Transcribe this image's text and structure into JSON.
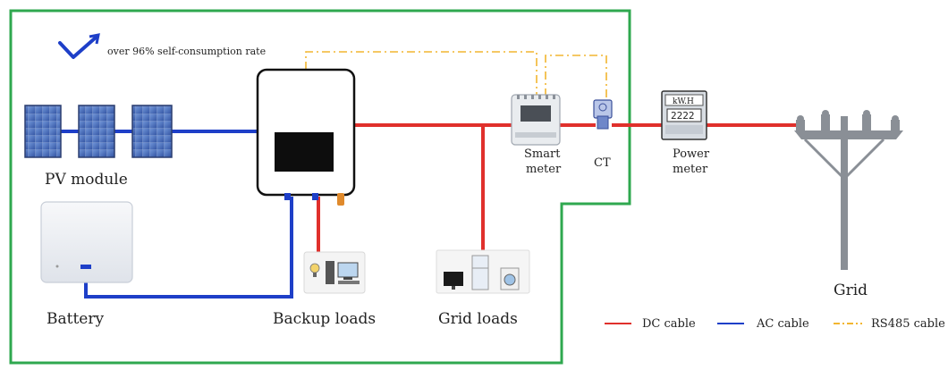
{
  "colors": {
    "boundary": "#2fa84f",
    "dc": "#e0302c",
    "ac": "#1e3fc8",
    "rs485": "#f2b630",
    "self_consumption_check": "#1e3fc8",
    "self_consumption_text": "#1e3fc8"
  },
  "self_consumption": {
    "text": "over 96% self-consumption rate",
    "icon": "checkmark-icon"
  },
  "components": {
    "pv": {
      "label": "PV module",
      "icon": "solar-panel-icon"
    },
    "battery": {
      "label": "Battery",
      "icon": "battery-icon"
    },
    "inverter": {
      "icon": "inverter-icon"
    },
    "backup_loads": {
      "label": "Backup loads",
      "icon": "backup-loads-icon"
    },
    "grid_loads": {
      "label": "Grid loads",
      "icon": "grid-loads-icon"
    },
    "smart_meter": {
      "label_line1": "Smart",
      "label_line2": "meter",
      "icon": "smart-meter-icon"
    },
    "ct": {
      "label": "CT",
      "icon": "current-transformer-icon"
    },
    "power_meter": {
      "label_line1": "Power",
      "label_line2": "meter",
      "display": "kW.H",
      "digits": "2222",
      "icon": "power-meter-icon"
    },
    "grid": {
      "label": "Grid",
      "icon": "utility-pole-icon"
    }
  },
  "legend": {
    "dc": "DC cable",
    "ac": "AC cable",
    "rs485": "RS485 cable"
  }
}
